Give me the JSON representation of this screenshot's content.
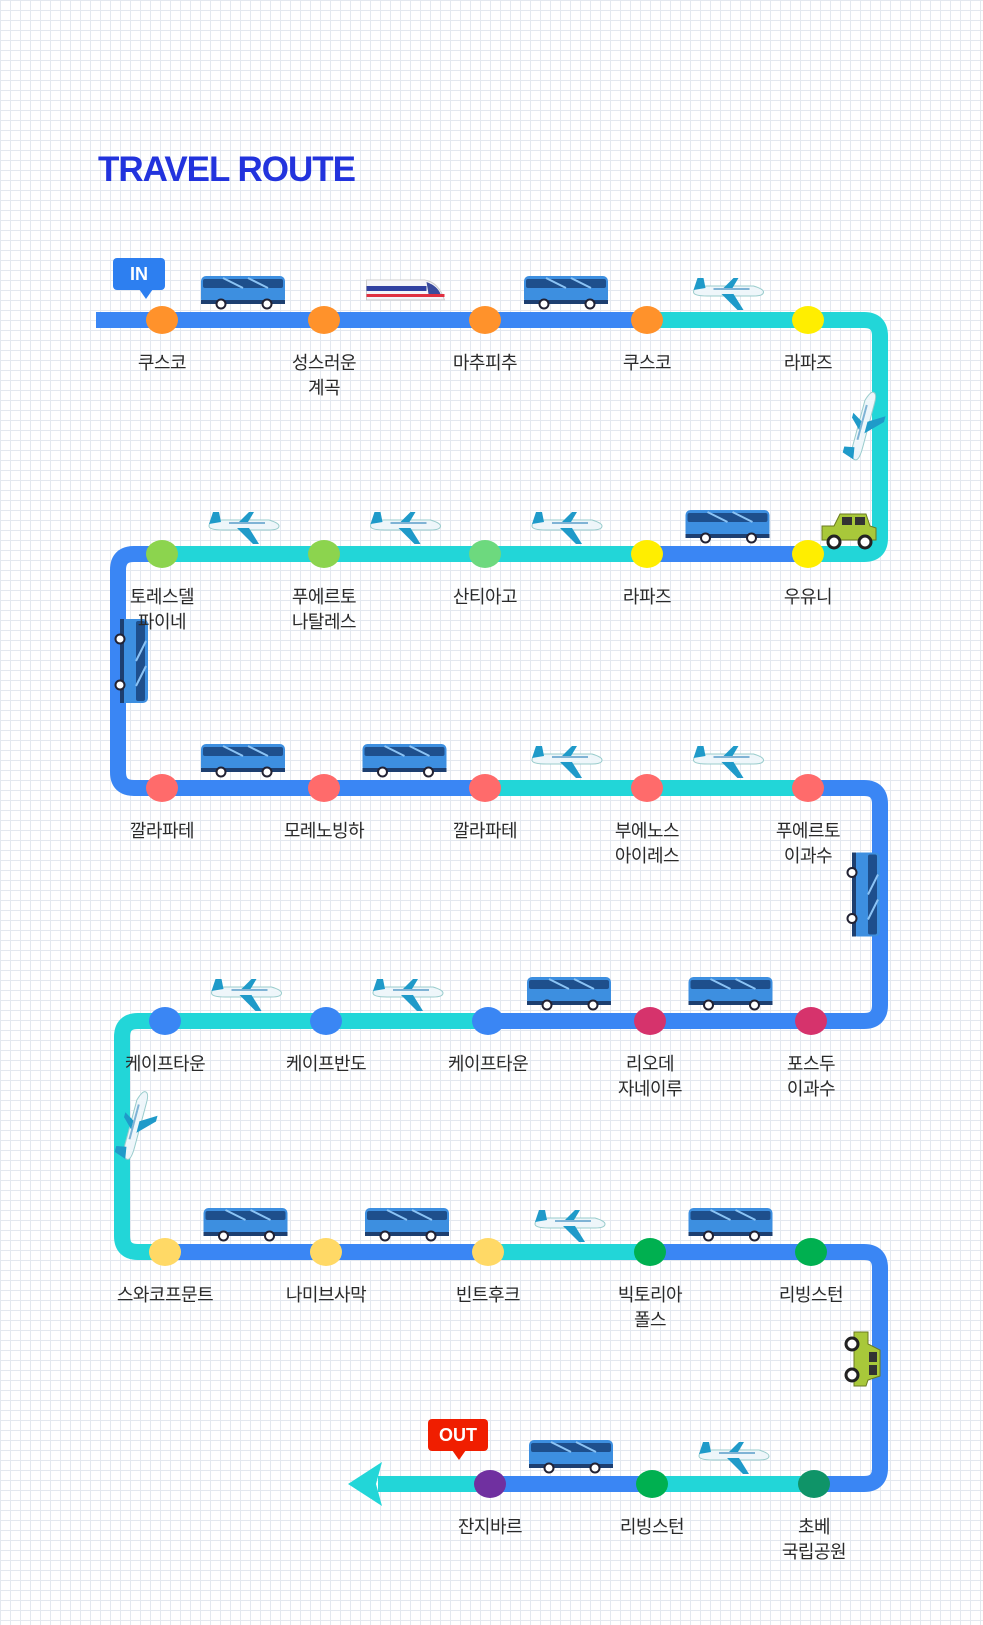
{
  "title": "TRAVEL ROUTE",
  "in_label": "IN",
  "out_label": "OUT",
  "colors": {
    "title": "#2233dd",
    "bus_route": "#3a86f4",
    "air_route": "#22d6d8",
    "in_tag": "#2d7ff0",
    "out_tag": "#f01e00"
  },
  "rows": [
    {
      "stops": [
        {
          "name": "쿠스코",
          "color": "#ff922b"
        },
        {
          "name": "성스러운\n계곡",
          "color": "#ff922b"
        },
        {
          "name": "마추피추",
          "color": "#ff922b"
        },
        {
          "name": "쿠스코",
          "color": "#ff922b"
        },
        {
          "name": "라파즈",
          "color": "#ffee00"
        }
      ],
      "segments": [
        "bus",
        "train",
        "bus",
        "air"
      ],
      "turn": {
        "mode": "air",
        "vehicle": "plane"
      }
    },
    {
      "stops": [
        {
          "name": "토레스델\n파이네",
          "color": "#8cd44e"
        },
        {
          "name": "푸에르토\n나탈레스",
          "color": "#8cd44e"
        },
        {
          "name": "산티아고",
          "color": "#6dd97e"
        },
        {
          "name": "라파즈",
          "color": "#ffee00"
        },
        {
          "name": "우유니",
          "color": "#ffee00"
        }
      ],
      "segments": [
        "bus",
        "air",
        "air",
        "air"
      ],
      "first_vehicle": "jeep",
      "turn": {
        "mode": "bus",
        "vehicle": "bus"
      }
    },
    {
      "stops": [
        {
          "name": "깔라파테",
          "color": "#ff6b6b"
        },
        {
          "name": "모레노빙하",
          "color": "#ff6b6b"
        },
        {
          "name": "깔라파테",
          "color": "#ff6b6b"
        },
        {
          "name": "부에노스\n아이레스",
          "color": "#ff6b6b"
        },
        {
          "name": "푸에르토\n이과수",
          "color": "#ff6b6b"
        }
      ],
      "segments": [
        "bus",
        "bus",
        "air",
        "air"
      ],
      "turn": {
        "mode": "bus",
        "vehicle": "bus"
      }
    },
    {
      "stops": [
        {
          "name": "케이프타운",
          "color": "#3a86f4"
        },
        {
          "name": "케이프반도",
          "color": "#3a86f4"
        },
        {
          "name": "케이프타운",
          "color": "#3a86f4"
        },
        {
          "name": "리오데\n자네이루",
          "color": "#d6336c"
        },
        {
          "name": "포스두\n이과수",
          "color": "#d6336c"
        }
      ],
      "segments": [
        "bus",
        "bus",
        "air",
        "air"
      ],
      "turn": {
        "mode": "air",
        "vehicle": "plane"
      }
    },
    {
      "stops": [
        {
          "name": "스와코프문트",
          "color": "#ffd966"
        },
        {
          "name": "나미브사막",
          "color": "#ffd966"
        },
        {
          "name": "빈트후크",
          "color": "#ffd966"
        },
        {
          "name": "빅토리아\n폴스",
          "color": "#00b050"
        },
        {
          "name": "리빙스턴",
          "color": "#00b050"
        }
      ],
      "segments": [
        "bus",
        "bus",
        "air",
        "bus"
      ],
      "turn": {
        "mode": "bus",
        "vehicle": "jeep"
      }
    },
    {
      "stops": [
        {
          "name": "잔지바르",
          "color": "#7030a0"
        },
        {
          "name": "리빙스턴",
          "color": "#00b050"
        },
        {
          "name": "초베\n국립공원",
          "color": "#0f9468"
        }
      ],
      "segments": [
        "air",
        "bus"
      ]
    }
  ]
}
